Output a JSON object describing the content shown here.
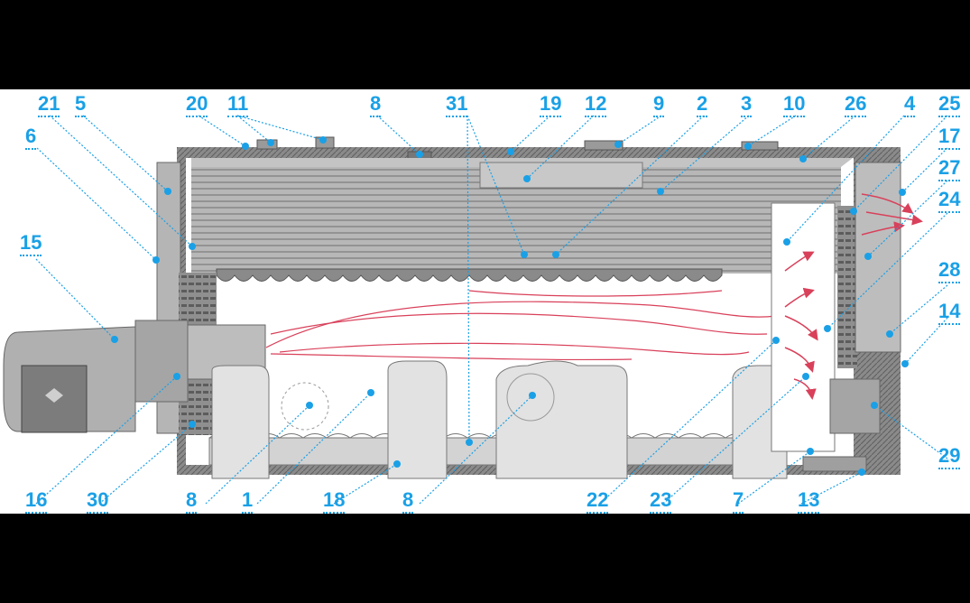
{
  "diagram": {
    "labels_top": [
      "21",
      "5",
      "20",
      "11",
      "8",
      "31",
      "19",
      "12",
      "9",
      "2",
      "3",
      "10",
      "26",
      "4",
      "25"
    ],
    "labels_left": [
      "6",
      "15"
    ],
    "labels_right": [
      "17",
      "27",
      "24",
      "28",
      "14",
      "29"
    ],
    "labels_bottom": [
      "16",
      "30",
      "8",
      "1",
      "18",
      "8",
      "22",
      "23",
      "7",
      "13"
    ]
  },
  "colors": {
    "background": "#000000",
    "panel": "#ffffff",
    "label": "#1aa0e6",
    "leader": "#1aa0e6",
    "steel": "#8e8e8e",
    "steel_light": "#c9c9c9",
    "tubes": "#a9a9a9",
    "refractory": "#d8d8d8",
    "flame": "#d9405a",
    "burner": "#9d9d9d"
  }
}
